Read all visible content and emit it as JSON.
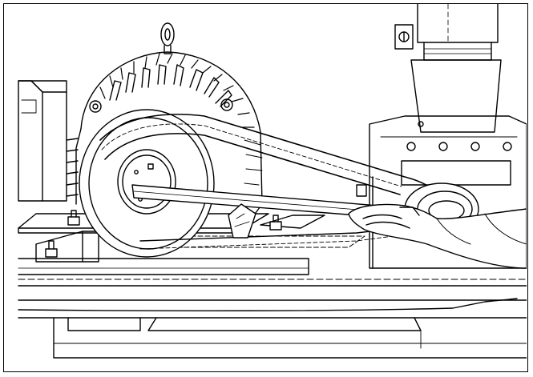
{
  "illustration": {
    "subject": "belt-drive-tensioning",
    "line_color": "#000000",
    "background": "#ffffff",
    "parts": [
      "motor-housing",
      "motor-pulley",
      "drive-belt",
      "blower-pulley",
      "blower-housing",
      "pry-bar",
      "hand",
      "base-frame",
      "mounting-bolt",
      "eye-bolt"
    ]
  }
}
